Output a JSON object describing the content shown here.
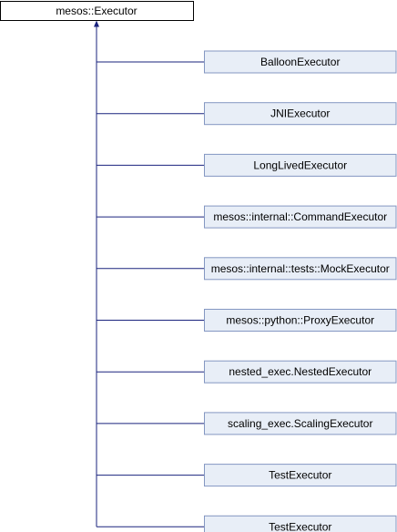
{
  "root": {
    "label": "mesos::Executor"
  },
  "children": [
    {
      "label": "BalloonExecutor"
    },
    {
      "label": "JNIExecutor"
    },
    {
      "label": "LongLivedExecutor"
    },
    {
      "label": "mesos::internal::CommandExecutor"
    },
    {
      "label": "mesos::internal::tests::MockExecutor"
    },
    {
      "label": "mesos::python::ProxyExecutor"
    },
    {
      "label": "nested_exec.NestedExecutor"
    },
    {
      "label": "scaling_exec.ScalingExecutor"
    },
    {
      "label": "TestExecutor"
    },
    {
      "label": "TestExecutor"
    }
  ],
  "colors": {
    "root_fill": "#ffffff",
    "root_stroke": "#000000",
    "child_fill": "#e8eef7",
    "child_stroke": "#8497c2",
    "edge": "#1a237e"
  }
}
